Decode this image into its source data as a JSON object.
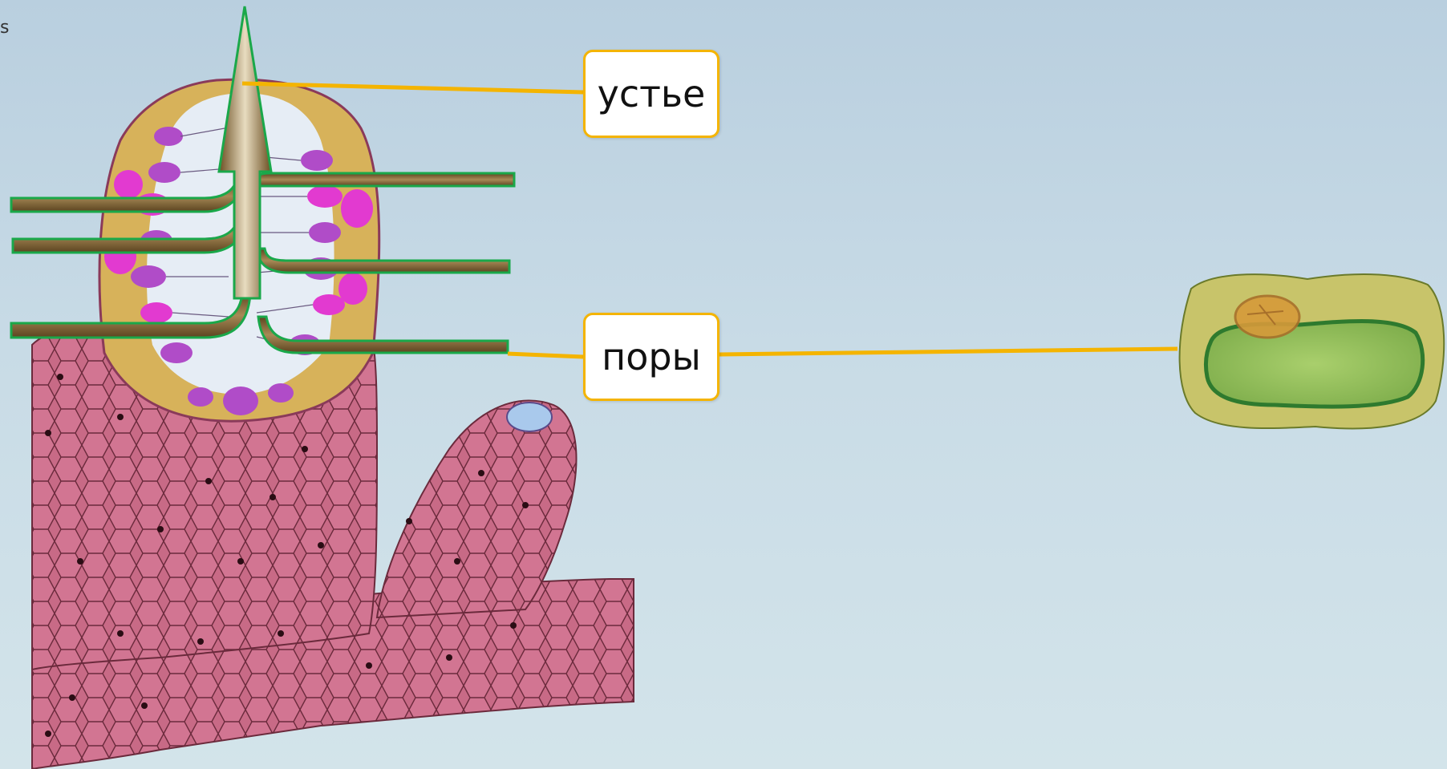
{
  "labels": {
    "mouth": "устье",
    "pores": "поры"
  },
  "corner_glyph": "s",
  "colors": {
    "background_top": "#b9cfdf",
    "background_bottom": "#d3e4ea",
    "sponge_body": "#c86a86",
    "sponge_cell_lines": "#6b2a3c",
    "canal_fill": "#8a6a35",
    "canal_outline": "#1aa84a",
    "leader_line": "#f4b400",
    "cavity": "#e6edf5",
    "collar_cells": "#b04cc8",
    "magenta_cells": "#e23ad0",
    "mesohyl": "#d7b25a",
    "cell_outer": "#b9c66a",
    "cell_inner": "#4f9e4a"
  }
}
